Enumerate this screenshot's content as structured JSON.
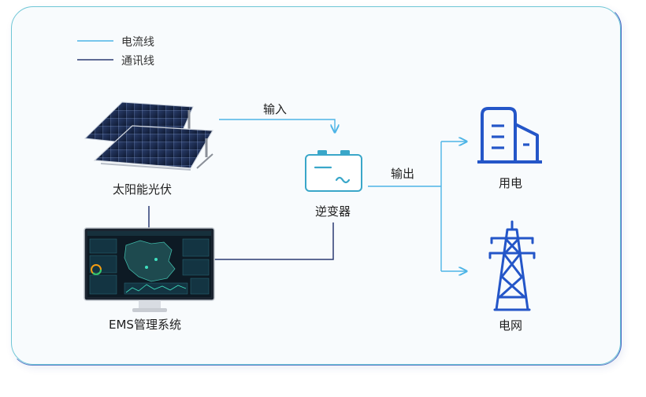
{
  "legend": {
    "power_line": "电流线",
    "comm_line": "通讯线"
  },
  "nodes": {
    "solar": "太阳能光伏",
    "inverter": "逆变器",
    "ems": "EMS管理系统",
    "consumption": "用电",
    "grid": "电网"
  },
  "edges": {
    "input": "输入",
    "output": "输出"
  },
  "colors": {
    "power_line": "#4db4e6",
    "comm_line": "#2a3b73",
    "icon_blue": "#2456c8",
    "inverter_teal": "#3aa7c9"
  }
}
